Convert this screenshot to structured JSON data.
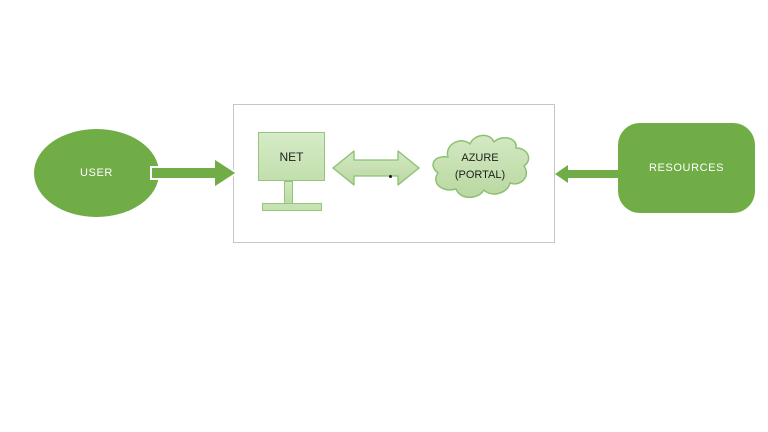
{
  "diagram": {
    "background": "#ffffff",
    "colors": {
      "solid_green": "#70ad47",
      "light_green_fill": "#c9e3b5",
      "light_green_fill_top": "#d6ebc7",
      "shape_border_green": "#8ebf74",
      "container_border": "#c6c6c6",
      "text_on_green": "#ffffff",
      "text_dark": "#1f1f1f"
    },
    "nodes": {
      "user": {
        "label": "USER",
        "shape": "ellipse"
      },
      "net": {
        "label": "NET",
        "shape": "monitor"
      },
      "azure": {
        "label_line1": "AZURE",
        "label_line2": "(PORTAL)",
        "shape": "cloud"
      },
      "resources": {
        "label": "RESOURCES",
        "shape": "rounded-rectangle"
      }
    },
    "connectors": [
      {
        "name": "user-to-net",
        "style": "solid-green-block-arrow-white-outline",
        "direction": "right"
      },
      {
        "name": "net-to-azure",
        "style": "light-green-double-arrow",
        "direction": "both"
      },
      {
        "name": "resources-to-boundary",
        "style": "solid-green-arrow",
        "direction": "left"
      }
    ]
  }
}
